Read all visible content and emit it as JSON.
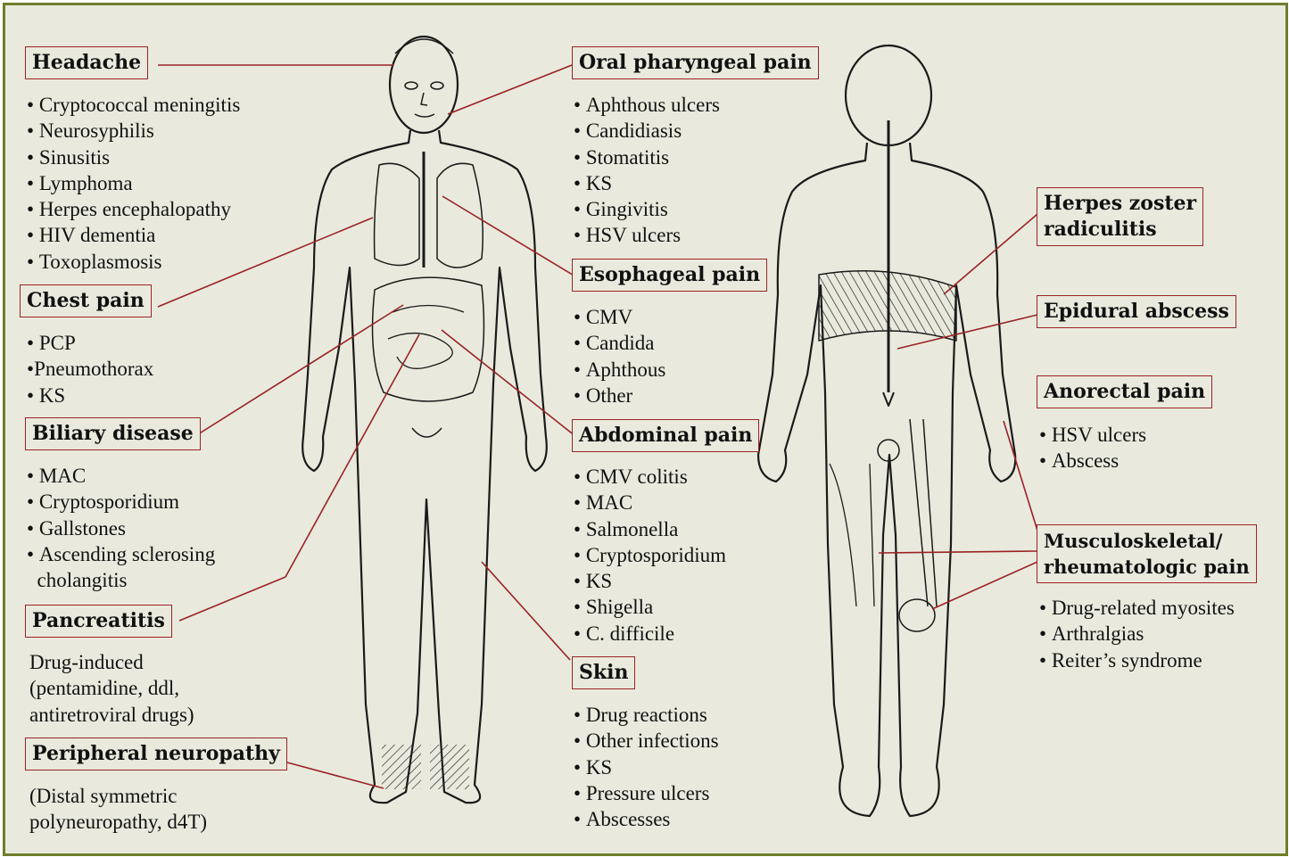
{
  "colors": {
    "frame": "#6f7d2c",
    "background": "#e9eadd",
    "label_border": "#9b2226",
    "leader_line": "#9b2226",
    "ink": "#111111"
  },
  "figures": {
    "front_icon": "human-body-front-icon",
    "back_icon": "human-body-back-icon"
  },
  "headache": {
    "title": "Headache",
    "items": [
      "Cryptococcal meningitis",
      "Neurosyphilis",
      "Sinusitis",
      "Lymphoma",
      "Herpes encephalopathy",
      "HIV dementia",
      "Toxoplasmosis"
    ]
  },
  "chest_pain": {
    "title": "Chest pain",
    "items": [
      "PCP",
      "Pneumothorax",
      "KS"
    ]
  },
  "biliary_disease": {
    "title": "Biliary disease",
    "items": [
      "MAC",
      "Cryptosporidium",
      "Gallstones",
      "Ascending sclerosing",
      "cholangitis"
    ]
  },
  "pancreatitis": {
    "title": "Pancreatitis",
    "lines": [
      "Drug-induced",
      "(pentamidine, ddl,",
      "antiretroviral drugs)"
    ]
  },
  "peripheral_neuropathy": {
    "title": "Peripheral neuropathy",
    "lines": [
      "(Distal symmetric",
      "polyneuropathy, d4T)"
    ]
  },
  "oral_pharyngeal_pain": {
    "title": "Oral pharyngeal pain",
    "items": [
      "Aphthous ulcers",
      "Candidiasis",
      "Stomatitis",
      "KS",
      "Gingivitis",
      "HSV ulcers"
    ]
  },
  "esophageal_pain": {
    "title": "Esophageal pain",
    "items": [
      "CMV",
      "Candida",
      "Aphthous",
      "Other"
    ]
  },
  "abdominal_pain": {
    "title": "Abdominal pain",
    "items": [
      "CMV colitis",
      "MAC",
      "Salmonella",
      "Cryptosporidium",
      "KS",
      "Shigella",
      "C. difficile"
    ]
  },
  "skin": {
    "title": "Skin",
    "items": [
      "Drug reactions",
      "Other infections",
      "KS",
      "Pressure ulcers",
      "Abscesses"
    ]
  },
  "herpes_zoster": {
    "title_line1": "Herpes zoster",
    "title_line2": "radiculitis"
  },
  "epidural_abscess": {
    "title": "Epidural abscess"
  },
  "anorectal_pain": {
    "title": "Anorectal pain",
    "items": [
      "HSV ulcers",
      "Abscess"
    ]
  },
  "musculoskeletal": {
    "title_line1": "Musculoskeletal/",
    "title_line2": "rheumatologic pain",
    "items": [
      "Drug-related myosites",
      "Arthralgias",
      "Reiter’s syndrome"
    ]
  }
}
